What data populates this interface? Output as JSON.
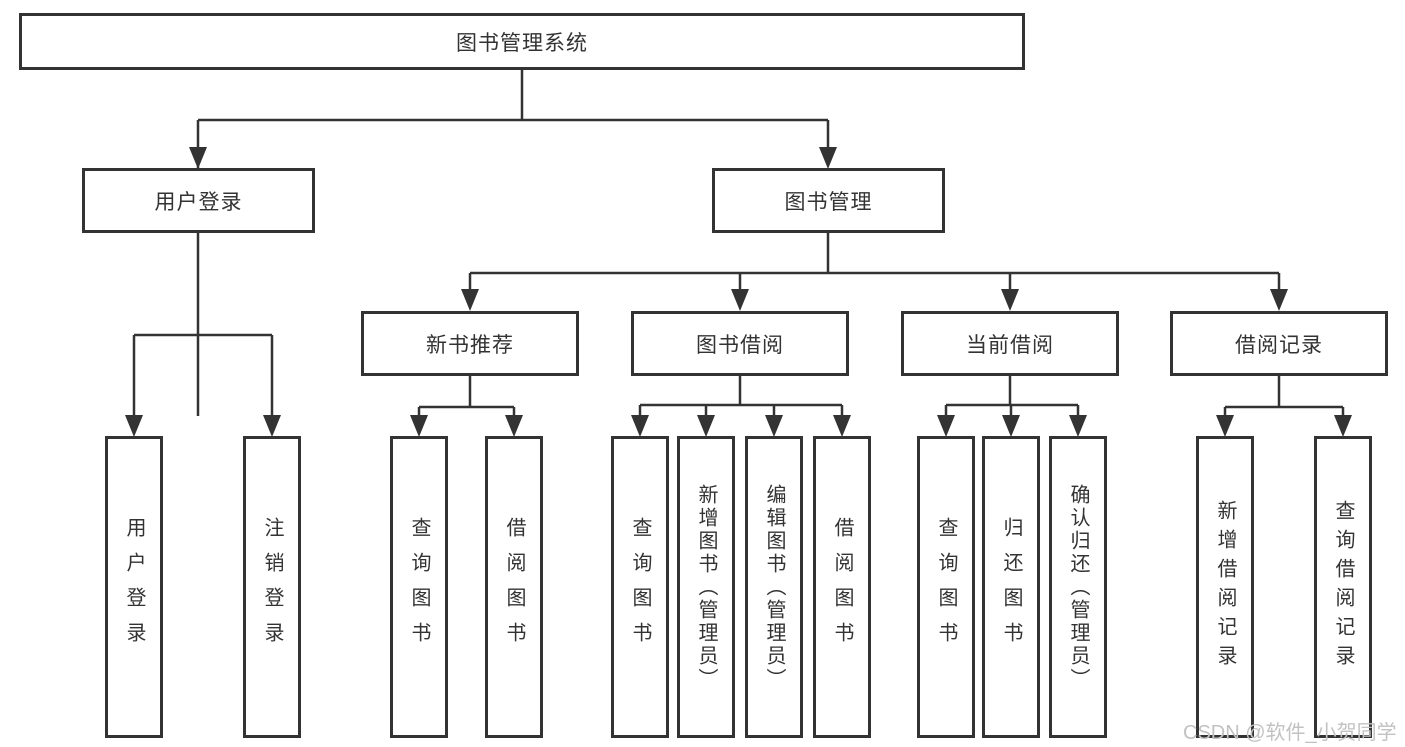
{
  "colors": {
    "line": "#333333",
    "text": "#333333",
    "box_bg": "#ffffff",
    "watermark": "#c2c2c2"
  },
  "watermark": "CSDN @软件_小贺同学",
  "diagram": {
    "root": "图书管理系统",
    "branches": [
      {
        "label": "用户登录",
        "leaves": [
          "用户登录",
          "注销登录"
        ]
      },
      {
        "label": "图书管理",
        "sections": [
          {
            "label": "新书推荐",
            "leaves": [
              "查询图书",
              "借阅图书"
            ]
          },
          {
            "label": "图书借阅",
            "leaves": [
              "查询图书",
              "新增图书（管理员）",
              "编辑图书（管理员）",
              "借阅图书"
            ]
          },
          {
            "label": "当前借阅",
            "leaves": [
              "查询图书",
              "归还图书",
              "确认归还（管理员）"
            ]
          },
          {
            "label": "借阅记录",
            "leaves": [
              "新增借阅记录",
              "查询借阅记录"
            ]
          }
        ]
      }
    ]
  }
}
